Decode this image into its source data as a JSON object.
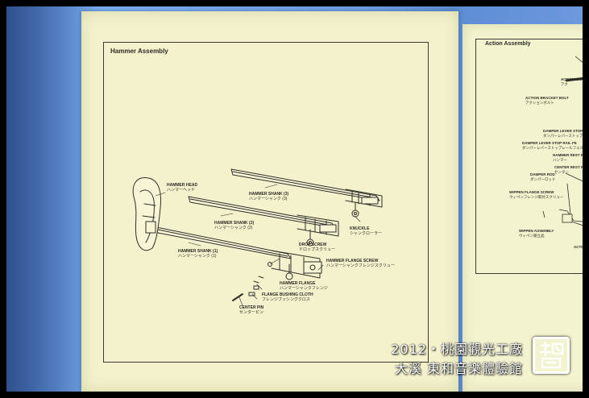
{
  "poster_main": {
    "title": "Hammer Assembly",
    "labels": {
      "hammer_head": {
        "en": "HAMMER HEAD",
        "jp": "ハンマーヘッド"
      },
      "hammer_shank_3": {
        "en": "HAMMER SHANK (3)",
        "jp": "ハンマーシャンク (3)"
      },
      "hammer_shank_2": {
        "en": "HAMMER SHANK (2)",
        "jp": "ハンマーシャンク (2)"
      },
      "hammer_shank_1": {
        "en": "HAMMER SHANK (1)",
        "jp": "ハンマーシャンク (1)"
      },
      "knuckle": {
        "en": "KNUCKLE",
        "jp": "シャンクローラー"
      },
      "drop_screw": {
        "en": "DROP SCREW",
        "jp": "ドロップスクリュー"
      },
      "hammer_flange_screw": {
        "en": "HAMMER FLANGE SCREW",
        "jp": "ハンマーシャンクフレンジスクリュー"
      },
      "hammer_flange": {
        "en": "HAMMER FLANGE",
        "jp": "ハンマーシャンクフレンジ"
      },
      "flange_bushing_cloth": {
        "en": "FLANGE BUSHING CLOTH",
        "jp": "フレンジブッシングクロス"
      },
      "center_pin": {
        "en": "CENTER PIN",
        "jp": "センターピン"
      }
    }
  },
  "poster_side": {
    "title": "Action Assembly",
    "labels": {
      "action_bracket": {
        "en": "ACTION BRA",
        "jp": "アク"
      },
      "action_bracket_bolt": {
        "en": "ACTION BRACKET BOLT",
        "jp": "アクションボルト"
      },
      "damper_lever_stop": {
        "en": "DAMPER LEVER STOP",
        "jp": "ダンパーレバーストップ"
      },
      "damper_lever_stop_rail": {
        "en": "DAMPER LEVER STOP RAIL FE",
        "jp": "ダンパーレバーストップレールフェル"
      },
      "hammer_rest": {
        "en": "HAMMER REST R",
        "jp": "ハンマー"
      },
      "center_rest": {
        "en": "CENTER REST R",
        "jp": "センター"
      },
      "damper_rod": {
        "en": "DAMPER ROD",
        "jp": "ダンパーロッド"
      },
      "wippen_flange_screw": {
        "en": "WIPPEN FLANGE SCREW",
        "jp": "ウィペンフレンジ取付スクリュー"
      },
      "wippen_assembly": {
        "en": "WIPPEN ASSEMBLY",
        "jp": "ウィペン組立品"
      },
      "action": {
        "en": "ACTIO",
        "jp": ""
      },
      "top_right": {
        "en": "A",
        "jp": ""
      }
    }
  },
  "watermark": {
    "line1": "2012・桃園觀光工廠",
    "line2": "大溪  東和音樂體驗館",
    "seal_char": "哲"
  },
  "colors": {
    "wall": "#6d9fe3",
    "paper": "#f4f2cc",
    "ink": "#2a2a24"
  }
}
